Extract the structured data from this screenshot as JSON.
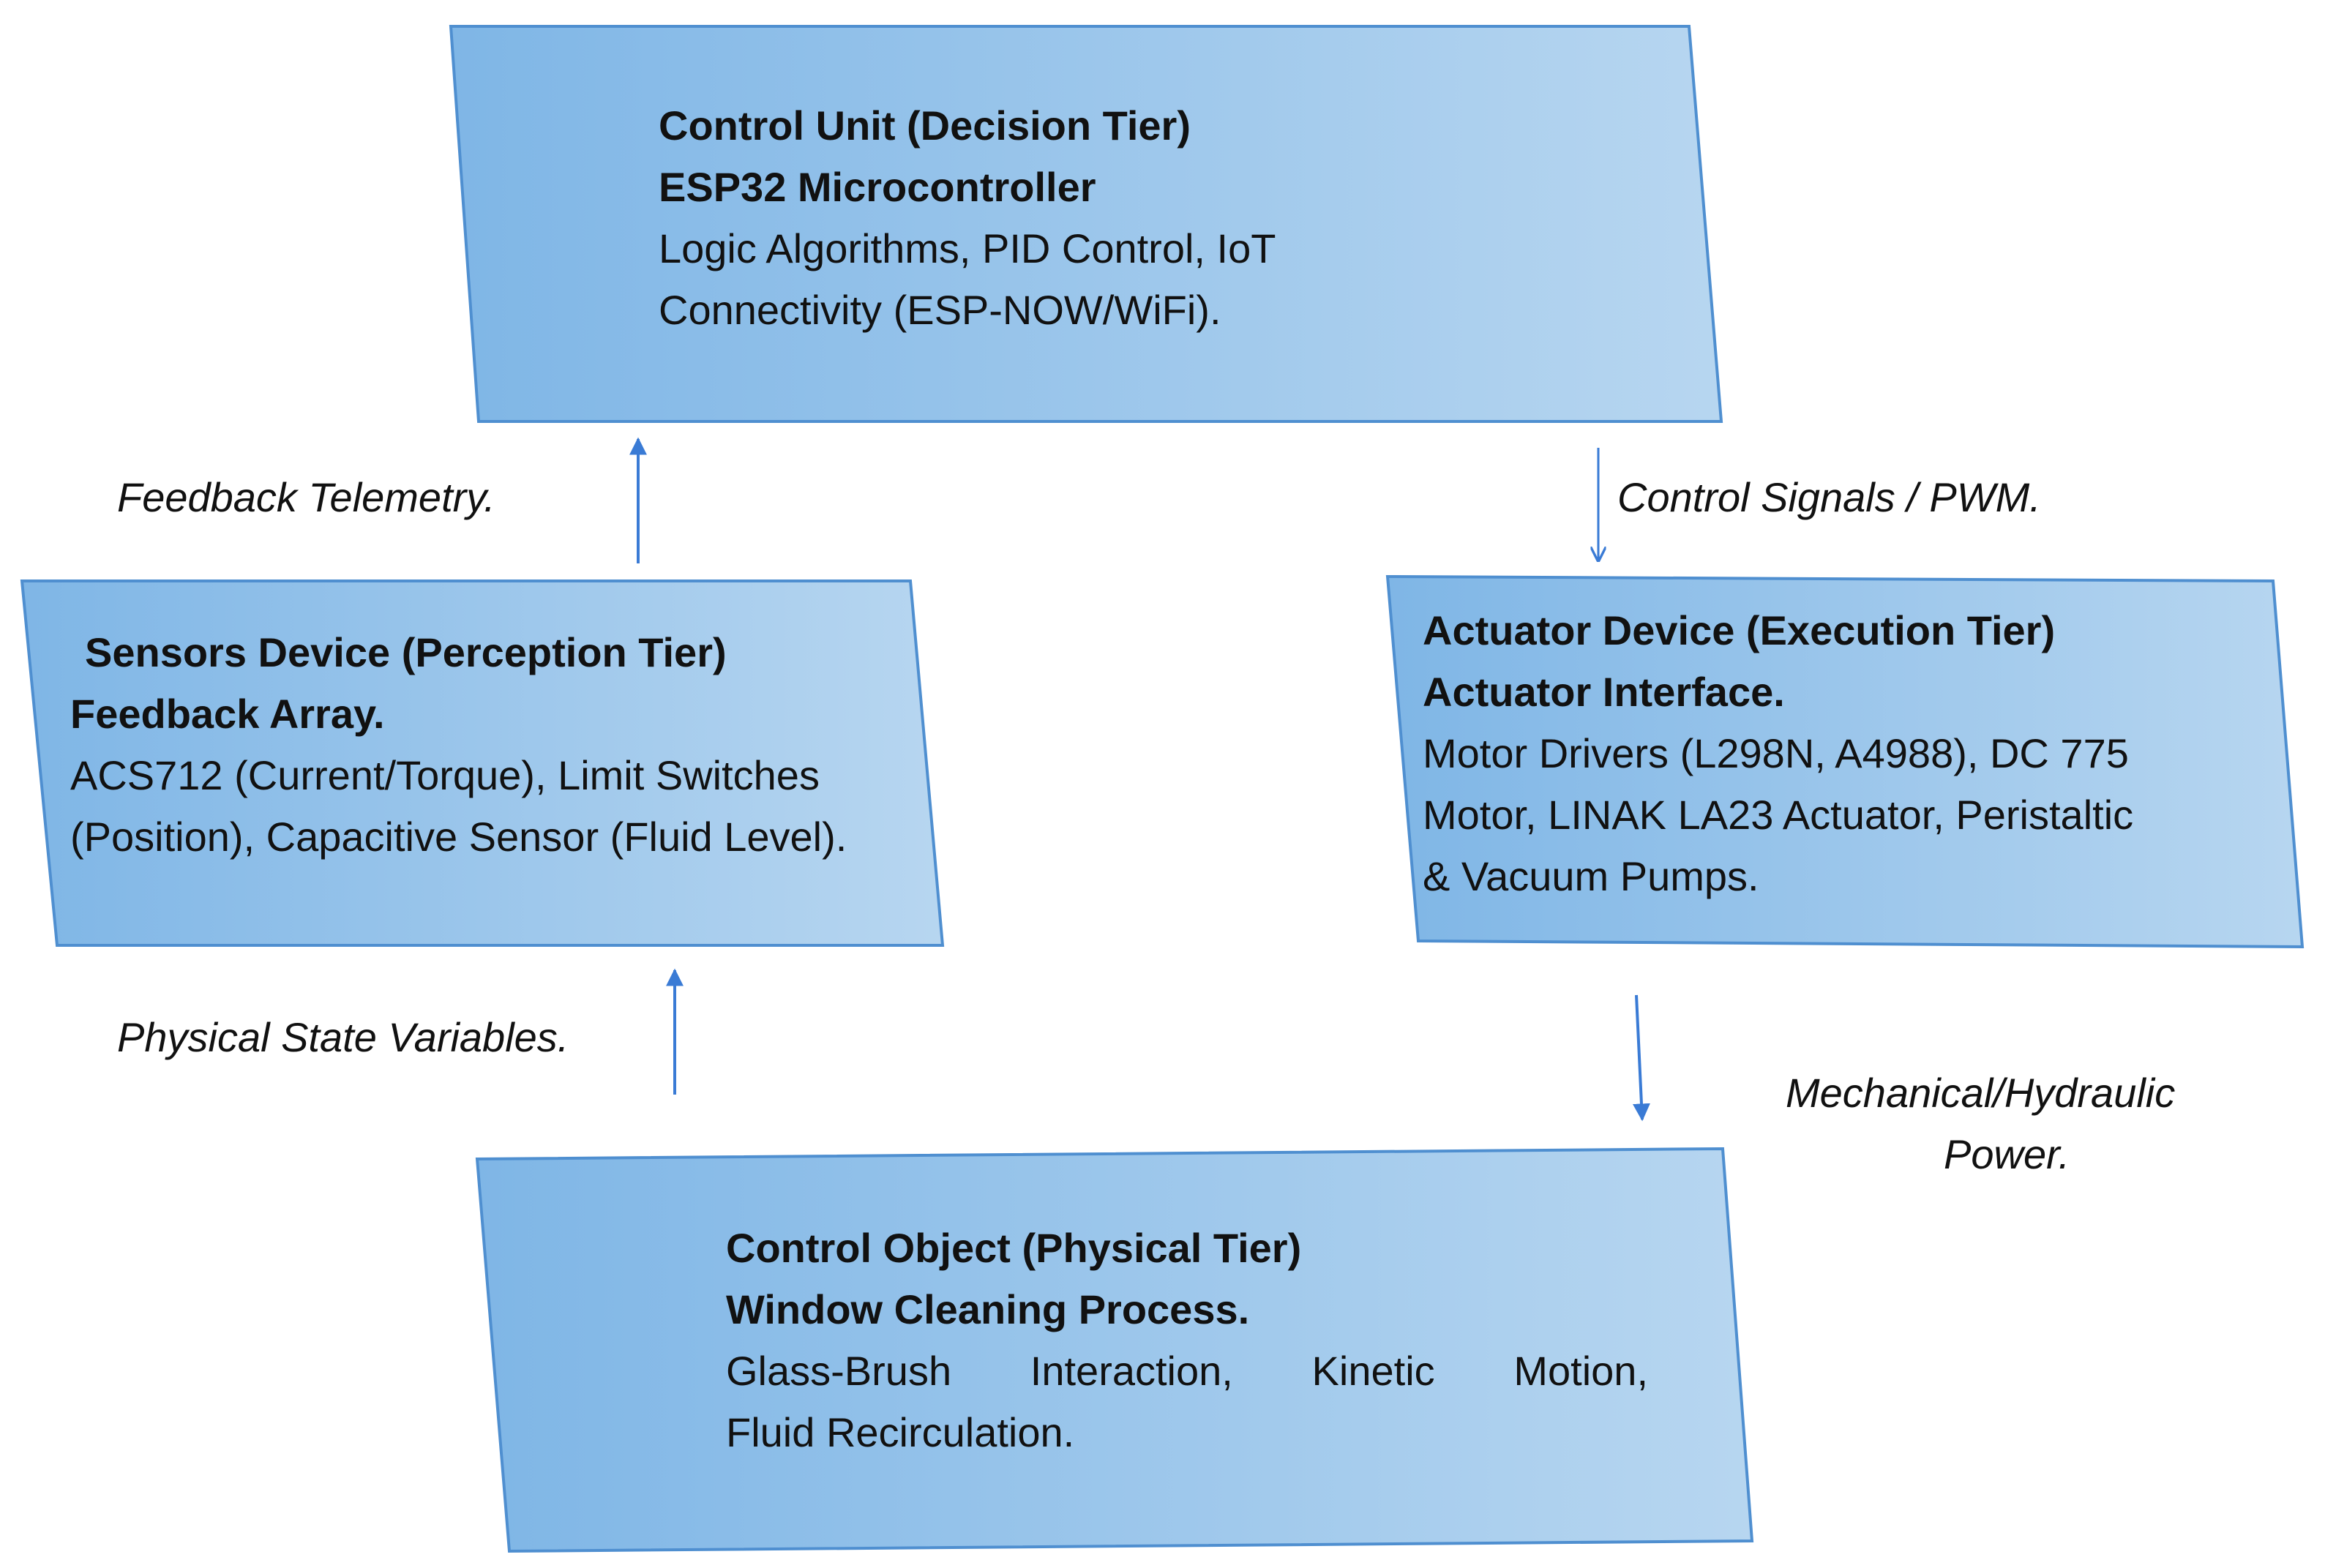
{
  "colors": {
    "box_fill_dark": "#7fb6e6",
    "box_fill_light": "#b7d6f0",
    "box_border": "#4f8fd0",
    "arrow": "#3a7bd5",
    "text": "#111111"
  },
  "boxes": {
    "control_unit": {
      "title": "Control Unit (Decision Tier)",
      "subtitle": "ESP32 Microcontroller",
      "desc_line1": "Logic Algorithms, PID Control, IoT",
      "desc_line2": "Connectivity (ESP-NOW/WiFi)."
    },
    "sensors": {
      "title": "Sensors Device (Perception Tier)",
      "subtitle": "Feedback Array.",
      "desc_line1": "ACS712 (Current/Torque), Limit Switches",
      "desc_line2": "(Position), Capacitive Sensor (Fluid Level)."
    },
    "actuator": {
      "title": "Actuator Device (Execution Tier)",
      "subtitle": "Actuator Interface.",
      "desc_line1": "Motor Drivers (L298N, A4988), DC 775",
      "desc_line2": "Motor, LINAK LA23 Actuator, Peristaltic",
      "desc_line3": "& Vacuum Pumps."
    },
    "control_object": {
      "title": "Control Object (Physical Tier)",
      "subtitle": "Window Cleaning Process.",
      "desc_line1": "Glass-Brush Interaction, Kinetic Motion,",
      "desc_line2": "Fluid Recirculation."
    }
  },
  "labels": {
    "feedback": "Feedback Telemetry.",
    "control_signals": "Control Signals / PWM.",
    "physical_state": "Physical State Variables.",
    "mechanical_line1": "Mechanical/Hydraulic",
    "mechanical_line2": "Power."
  }
}
